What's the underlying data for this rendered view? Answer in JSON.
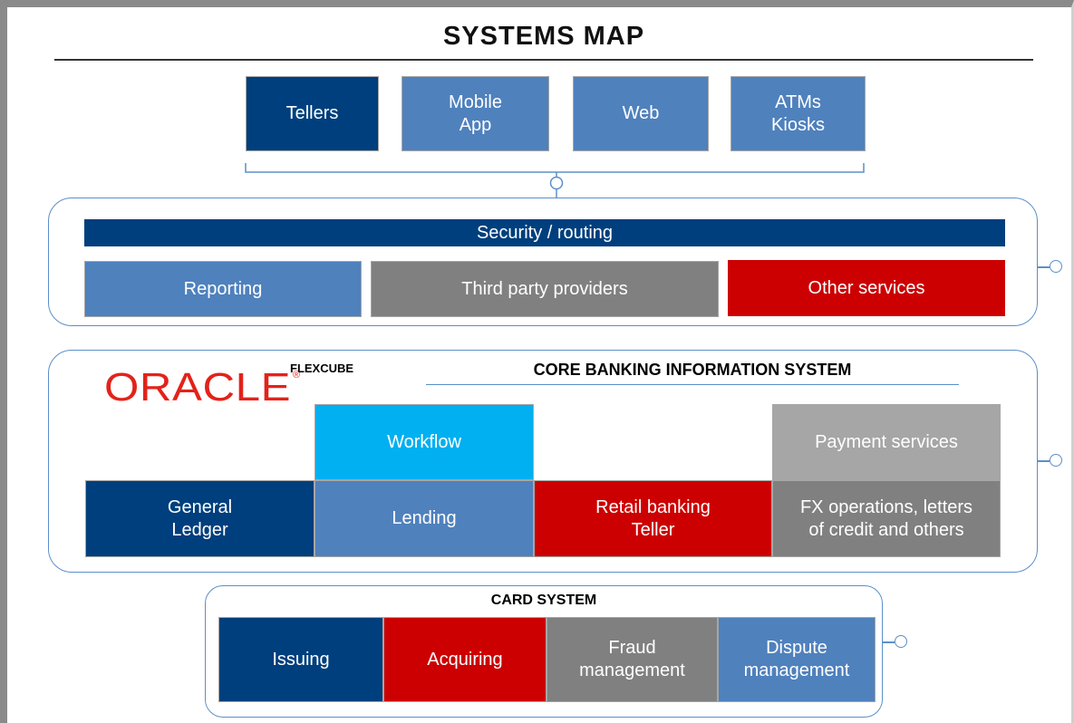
{
  "title": "SYSTEMS MAP",
  "channels": {
    "items": [
      {
        "label": "Tellers"
      },
      {
        "label": "Mobile\nApp"
      },
      {
        "label": "Web"
      },
      {
        "label": "ATMs\nKiosks"
      }
    ]
  },
  "middleware": {
    "bar_label": "Security / routing",
    "services": [
      {
        "label": "Reporting"
      },
      {
        "label": "Third party providers"
      },
      {
        "label": "Other services"
      }
    ]
  },
  "core": {
    "logo_text": "ORACLE",
    "logo_mark": "®",
    "product": "FLEXCUBE",
    "heading": "CORE BANKING INFORMATION SYSTEM",
    "modules": {
      "workflow": "Workflow",
      "payment_services": "Payment services",
      "general_ledger": "General\nLedger",
      "lending": "Lending",
      "retail_banking": "Retail banking\nTeller",
      "fx_operations": "FX operations, letters\nof credit and others"
    }
  },
  "cards": {
    "heading": "CARD SYSTEM",
    "items": [
      {
        "label": "Issuing"
      },
      {
        "label": "Acquiring"
      },
      {
        "label": "Fraud\nmanagement"
      },
      {
        "label": "Dispute\nmanagement"
      }
    ]
  },
  "colors": {
    "dark_blue": "#003f7d",
    "mid_blue": "#4f81bd",
    "light_blue": "#00b0f0",
    "red": "#cc0000",
    "gray": "#808080",
    "light_gray": "#a6a6a6",
    "oracle_red": "#e2231a"
  }
}
